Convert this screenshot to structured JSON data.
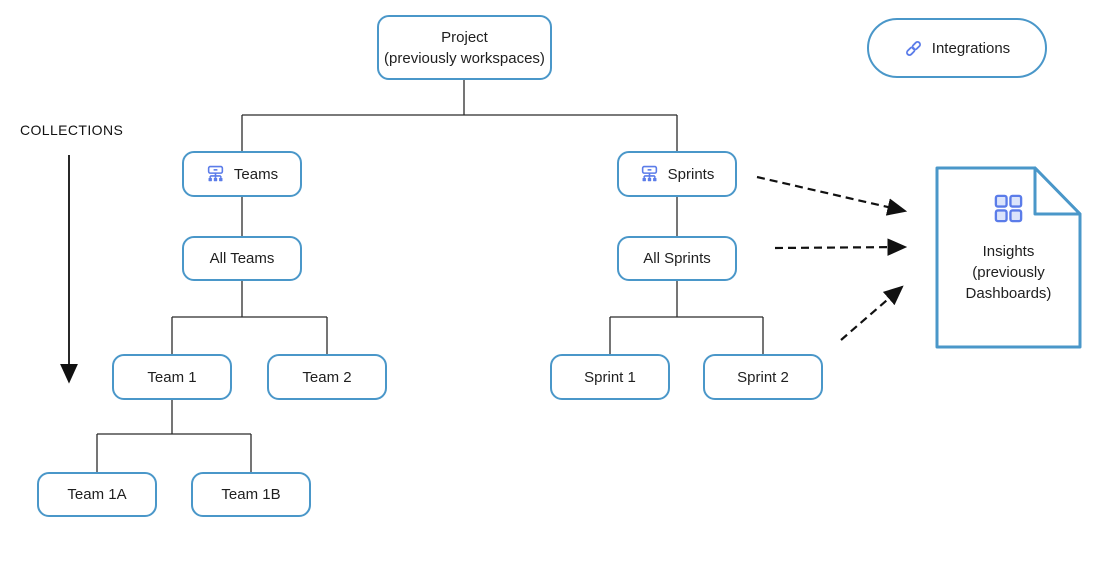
{
  "colors": {
    "box-border": "#4a97c9",
    "icon-blue": "#5b7ce9",
    "icon-blue-light": "#dbe4fb",
    "connector": "#2b2b2b",
    "arrow": "#111111",
    "text": "#1f1f1f"
  },
  "diagram": {
    "collections_label": "COLLECTIONS",
    "project": {
      "line1": "Project",
      "line2": "(previously workspaces)"
    },
    "teams": {
      "label": "Teams"
    },
    "sprints": {
      "label": "Sprints"
    },
    "all_teams": {
      "label": "All Teams"
    },
    "all_sprints": {
      "label": "All Sprints"
    },
    "team1": {
      "label": "Team 1"
    },
    "team2": {
      "label": "Team 2"
    },
    "team1a": {
      "label": "Team 1A"
    },
    "team1b": {
      "label": "Team 1B"
    },
    "sprint1": {
      "label": "Sprint 1"
    },
    "sprint2": {
      "label": "Sprint 2"
    },
    "integrations": {
      "label": "Integrations"
    },
    "insights": {
      "line1": "Insights",
      "line2": "(previously",
      "line3": "Dashboards)"
    }
  }
}
